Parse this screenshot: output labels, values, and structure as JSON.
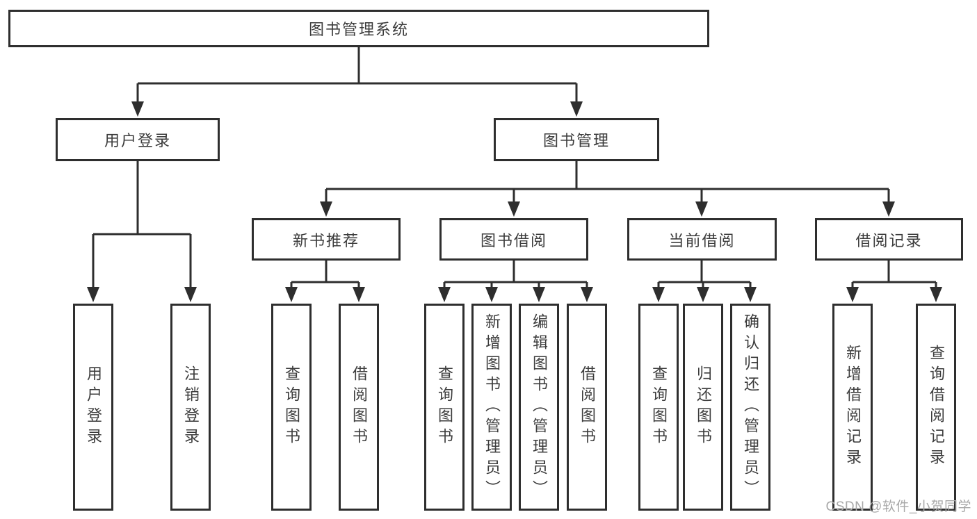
{
  "colors": {
    "line": "#2e2e2e",
    "text": "#3c3c3c",
    "watermark": "#a8a8a8",
    "background": "#ffffff"
  },
  "watermark": {
    "text": "CSDN @软件_小贺同学"
  },
  "diagram": {
    "root": {
      "label": "图书管理系统"
    },
    "branches": [
      {
        "label": "用户登录",
        "children": [
          {
            "label": "用户登录"
          },
          {
            "label": "注销登录"
          }
        ]
      },
      {
        "label": "图书管理",
        "children": [
          {
            "label": "新书推荐",
            "children": [
              {
                "label": "查询图书"
              },
              {
                "label": "借阅图书"
              }
            ]
          },
          {
            "label": "图书借阅",
            "children": [
              {
                "label": "查询图书"
              },
              {
                "label": "新增图书（管理员）"
              },
              {
                "label": "编辑图书（管理员）"
              },
              {
                "label": "借阅图书"
              }
            ]
          },
          {
            "label": "当前借阅",
            "children": [
              {
                "label": "查询图书"
              },
              {
                "label": "归还图书"
              },
              {
                "label": "确认归还（管理员）"
              }
            ]
          },
          {
            "label": "借阅记录",
            "children": [
              {
                "label": "新增借阅记录"
              },
              {
                "label": "查询借阅记录"
              }
            ]
          }
        ]
      }
    ]
  }
}
